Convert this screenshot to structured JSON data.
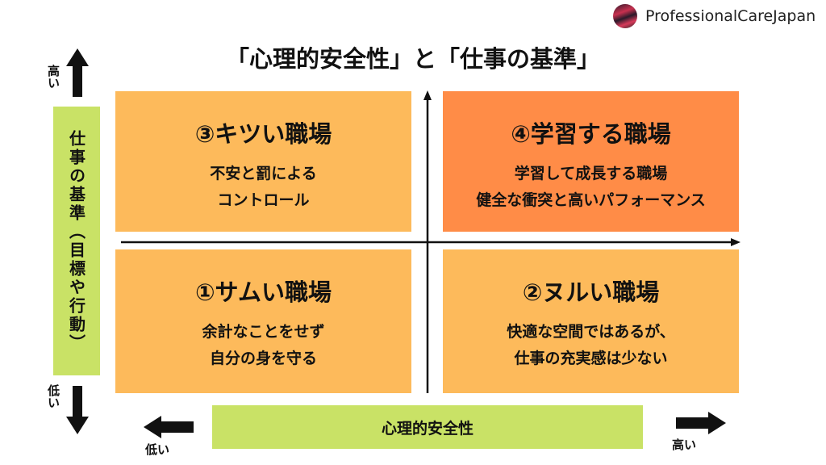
{
  "brand": {
    "name": "ProfessionalCareJapan"
  },
  "title": "「心理的安全性」と「仕事の基準」",
  "y_axis": {
    "label": "仕事の基準（目標や行動）",
    "high": "高い",
    "low": "低い"
  },
  "x_axis": {
    "label": "心理的安全性",
    "high": "高い",
    "low": "低い"
  },
  "quadrants": [
    {
      "title": "③キツい職場",
      "desc": "不安と罰による\nコントロール",
      "color": "#FDBA5B"
    },
    {
      "title": "④学習する職場",
      "desc": "学習して成長する職場\n健全な衝突と高いパフォーマンス",
      "color": "#FF8C47"
    },
    {
      "title": "①サムい職場",
      "desc": "余計なことをせず\n自分の身を守る",
      "color": "#FDBA5B"
    },
    {
      "title": "②ヌルい職場",
      "desc": "快適な空間ではあるが、\n仕事の充実感は少ない",
      "color": "#FDBA5B"
    }
  ]
}
